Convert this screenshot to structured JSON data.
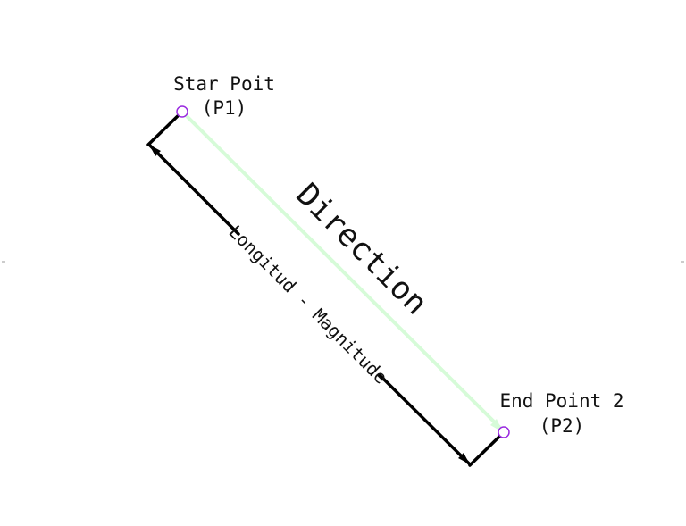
{
  "points": {
    "p1": {
      "name": "Star Poit",
      "label": "(P1)"
    },
    "p2": {
      "name": "End Point 2",
      "label": "(P2)"
    }
  },
  "vector_label": "Direction",
  "dimension_label": "Longitud - Magnitude",
  "colors": {
    "vector": "#d6fbd8",
    "dimension": "#000000",
    "point_marker": "#9a2be0",
    "text": "#111111"
  }
}
